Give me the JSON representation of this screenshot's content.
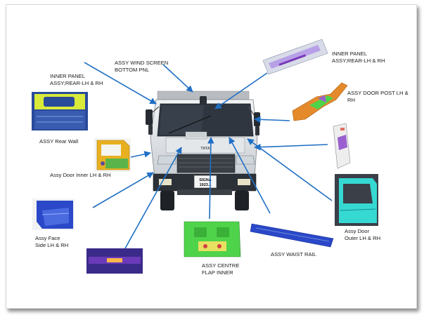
{
  "labels": {
    "inner_panel_left": "INNER PANEL\nASSY;REAR-LH & RH",
    "wind_screen": "ASSY WIND SCREEN\nBOTTOM PNL",
    "inner_panel_right": "INNER PANEL\nASSY;REAR-LH & RH",
    "door_post": "ASSY DOOR POST LH &\nRH",
    "rear_wall": "ASSY Rear Wall",
    "door_inner": "Assy Door Inner LH & RH",
    "face_side": "Assy Face\nSide LH & RH",
    "centre_flap": "ASSY CENTRE\nFLAP INNER",
    "waist_rail": "ASSY WAIST RAIL",
    "door_outer": "Assy Door\nOuter LH & RH"
  },
  "truck": {
    "brand": "TATA",
    "plate_top": "SIGNA",
    "plate_bottom": "1923.1"
  },
  "colors": {
    "arrow": "#1f6fc4",
    "part_green": "#4fd34a",
    "part_yellow": "#d9ea3a",
    "part_cyan": "#35d9d2",
    "part_purple": "#7a3ab8",
    "part_blue": "#2a48c8",
    "part_orange": "#e58a2a"
  }
}
